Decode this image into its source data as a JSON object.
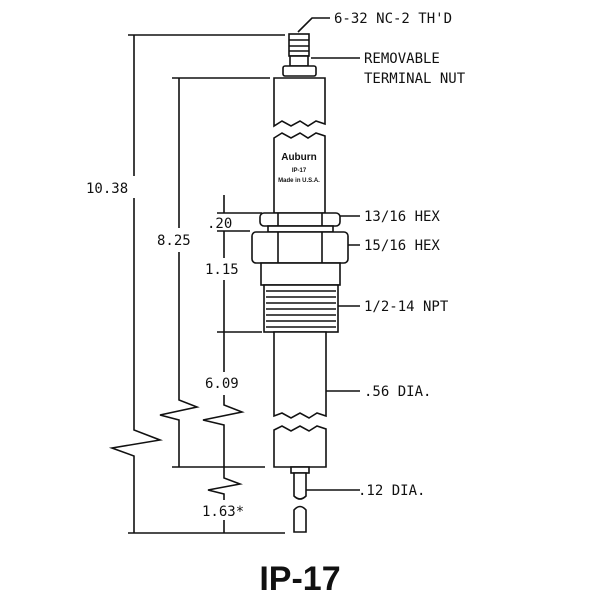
{
  "title": "IP-17",
  "part_marking": {
    "brand": "Auburn",
    "model": "IP-17",
    "origin": "Made in U.S.A."
  },
  "callouts": {
    "thread": "6-32 NC-2 TH'D",
    "nut_line1": "REMOVABLE",
    "nut_line2": "TERMINAL NUT",
    "hex1": "13/16 HEX",
    "hex2": "15/16 HEX",
    "npt": "1/2-14 NPT",
    "dia_body": ".56 DIA.",
    "dia_rod": ".12 DIA."
  },
  "dimensions": {
    "overall": "10.38",
    "body": "8.25",
    "hex": ".20",
    "thread_len": "1.15",
    "tube": "6.09",
    "rod": "1.63*"
  }
}
